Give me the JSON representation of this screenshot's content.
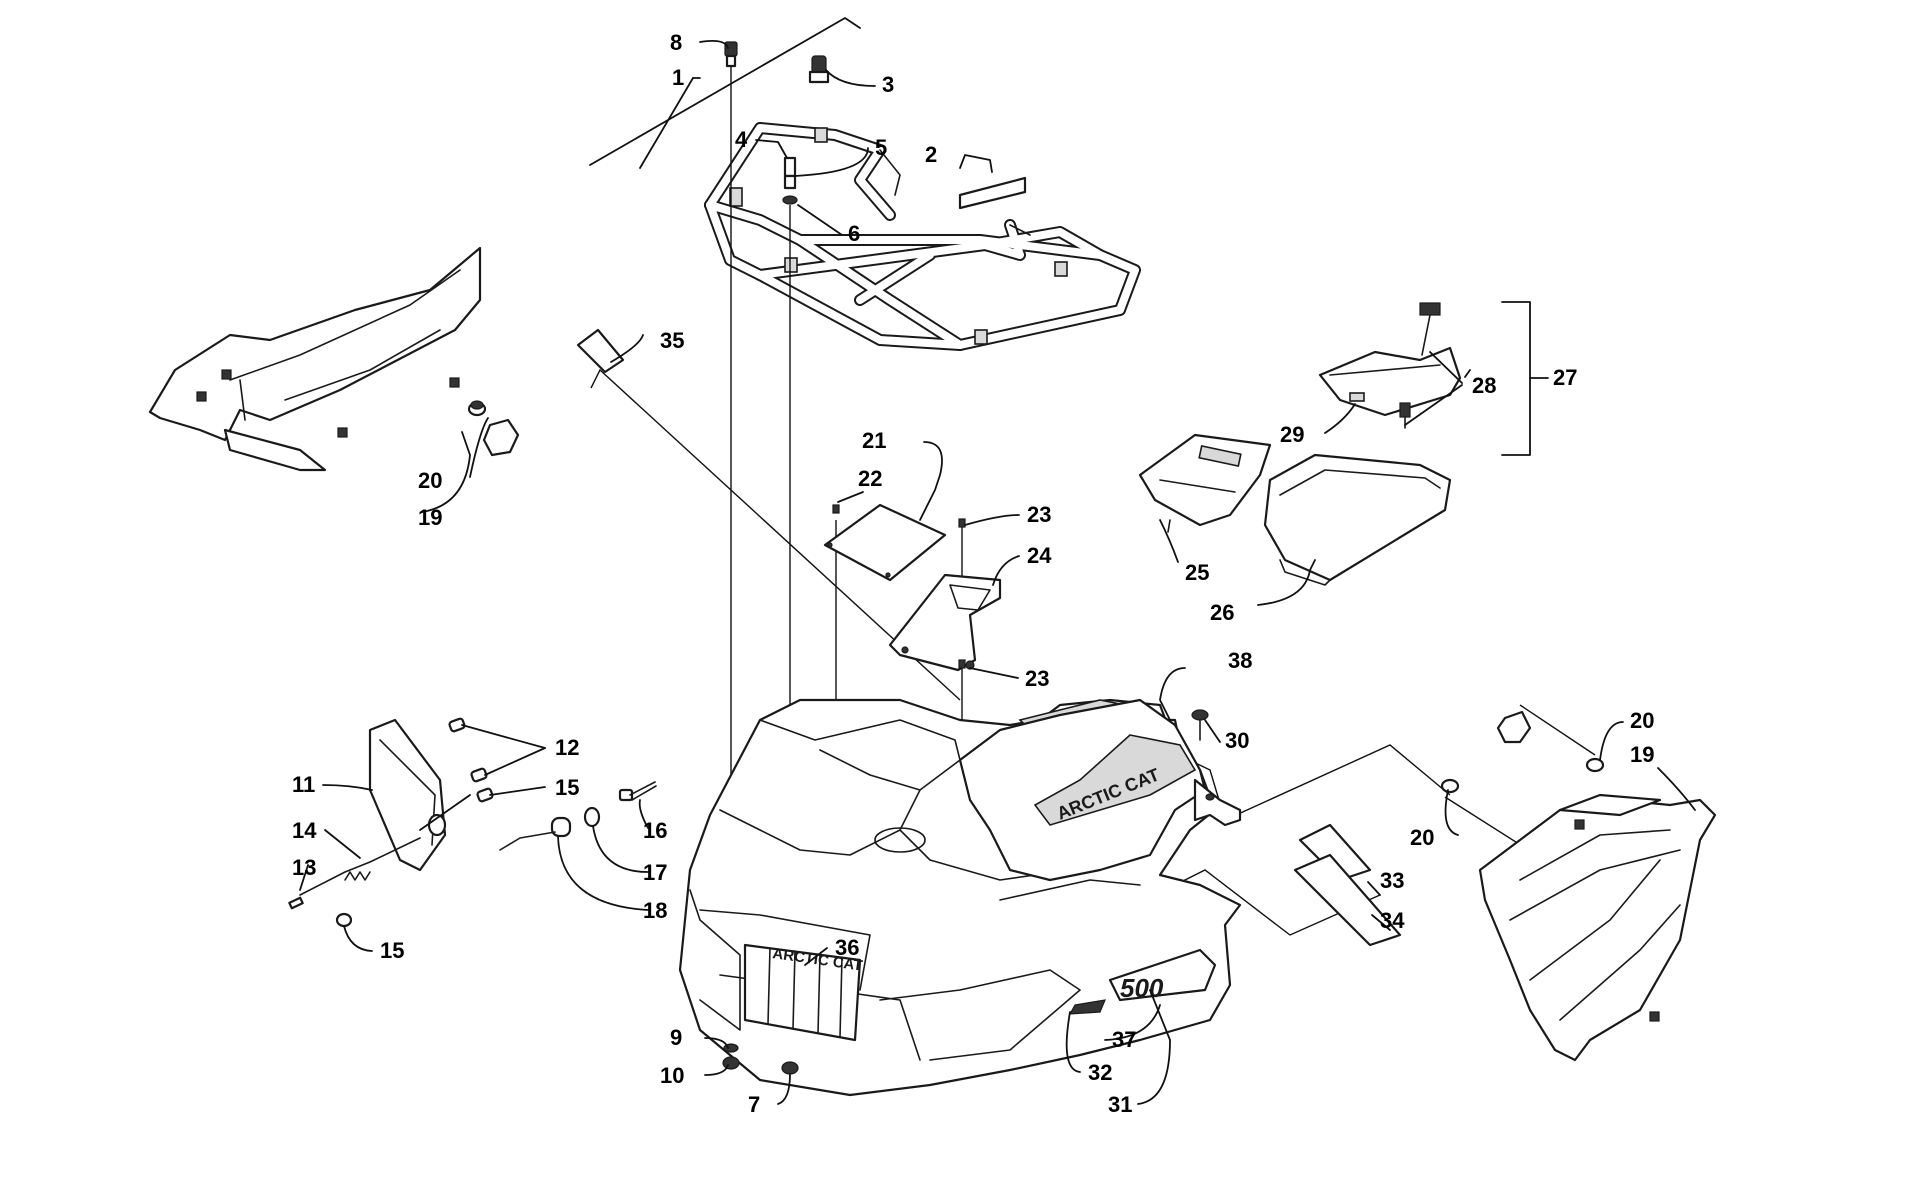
{
  "callouts": [
    {
      "id": "c1",
      "text": "1"
    },
    {
      "id": "c2",
      "text": "2"
    },
    {
      "id": "c3",
      "text": "3"
    },
    {
      "id": "c4",
      "text": "4"
    },
    {
      "id": "c5",
      "text": "5"
    },
    {
      "id": "c6",
      "text": "6"
    },
    {
      "id": "c7",
      "text": "7"
    },
    {
      "id": "c8",
      "text": "8"
    },
    {
      "id": "c9",
      "text": "9"
    },
    {
      "id": "c10",
      "text": "10"
    },
    {
      "id": "c11",
      "text": "11"
    },
    {
      "id": "c12",
      "text": "12"
    },
    {
      "id": "c13",
      "text": "13"
    },
    {
      "id": "c14",
      "text": "14"
    },
    {
      "id": "c15a",
      "text": "15"
    },
    {
      "id": "c15b",
      "text": "15"
    },
    {
      "id": "c16",
      "text": "16"
    },
    {
      "id": "c17",
      "text": "17"
    },
    {
      "id": "c18",
      "text": "18"
    },
    {
      "id": "c19a",
      "text": "19"
    },
    {
      "id": "c19b",
      "text": "19"
    },
    {
      "id": "c20a",
      "text": "20"
    },
    {
      "id": "c20b",
      "text": "20"
    },
    {
      "id": "c20c",
      "text": "20"
    },
    {
      "id": "c21",
      "text": "21"
    },
    {
      "id": "c22",
      "text": "22"
    },
    {
      "id": "c23a",
      "text": "23"
    },
    {
      "id": "c23b",
      "text": "23"
    },
    {
      "id": "c24",
      "text": "24"
    },
    {
      "id": "c25",
      "text": "25"
    },
    {
      "id": "c26",
      "text": "26"
    },
    {
      "id": "c27",
      "text": "27"
    },
    {
      "id": "c28",
      "text": "28"
    },
    {
      "id": "c29",
      "text": "29"
    },
    {
      "id": "c30",
      "text": "30"
    },
    {
      "id": "c31",
      "text": "31"
    },
    {
      "id": "c32",
      "text": "32"
    },
    {
      "id": "c33",
      "text": "33"
    },
    {
      "id": "c34",
      "text": "34"
    },
    {
      "id": "c35",
      "text": "35"
    },
    {
      "id": "c36",
      "text": "36"
    },
    {
      "id": "c37",
      "text": "37"
    },
    {
      "id": "c38",
      "text": "38"
    }
  ],
  "decals": {
    "hood_logo": "ARCTIC CAT",
    "side_logo": "ARCTIC CAT",
    "model": "500"
  }
}
